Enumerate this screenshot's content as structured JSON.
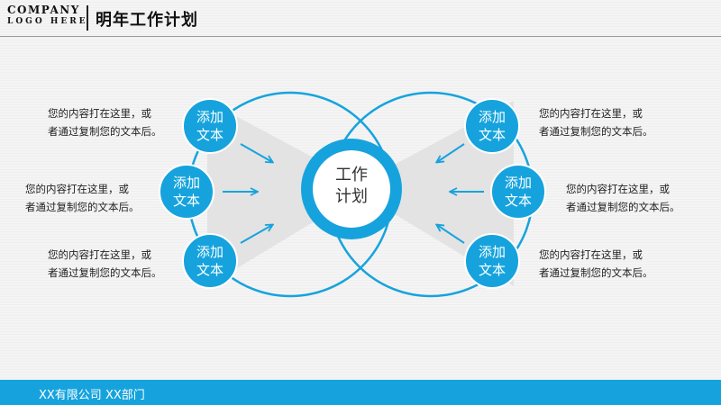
{
  "logo": {
    "line1": "COMPANY",
    "line2": "LOGO HERE"
  },
  "title": "明年工作计划",
  "center": {
    "line1": "工作",
    "line2": "计划"
  },
  "bubbles": [
    {
      "line1": "添加",
      "line2": "文本"
    },
    {
      "line1": "添加",
      "line2": "文本"
    },
    {
      "line1": "添加",
      "line2": "文本"
    },
    {
      "line1": "添加",
      "line2": "文本"
    },
    {
      "line1": "添加",
      "line2": "文本"
    },
    {
      "line1": "添加",
      "line2": "文本"
    }
  ],
  "texts": [
    {
      "line1": "您的内容打在这里，或",
      "line2": "者通过复制您的文本后。"
    },
    {
      "line1": "您的内容打在这里，或",
      "line2": "者通过复制您的文本后。"
    },
    {
      "line1": "您的内容打在这里，或",
      "line2": "者通过复制您的文本后。"
    },
    {
      "line1": "您的内容打在这里，或",
      "line2": "者通过复制您的文本后。"
    },
    {
      "line1": "您的内容打在这里，或",
      "line2": "者通过复制您的文本后。"
    },
    {
      "line1": "您的内容打在这里，或",
      "line2": "者通过复制您的文本后。"
    }
  ],
  "footer": "XX有限公司 XX部门",
  "colors": {
    "accent": "#16a3dd",
    "fan": "#e3e3e3"
  }
}
